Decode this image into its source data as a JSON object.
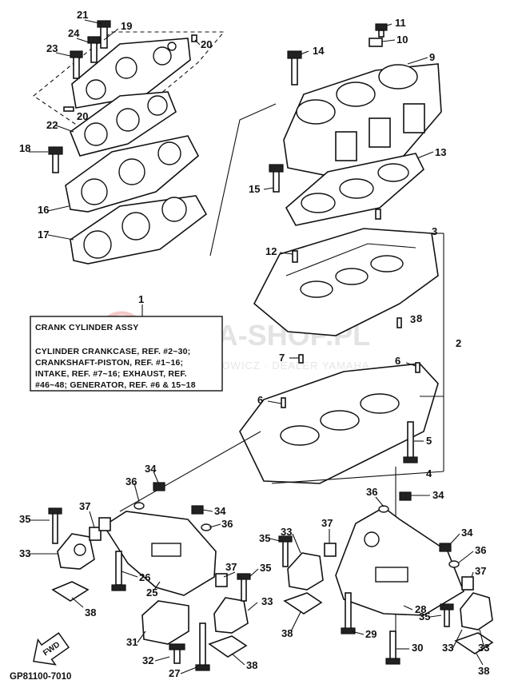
{
  "watermark": {
    "main": "YAMA-SHOP.PL",
    "sub": "CIECHOWICZ · DEALER YAMAHA"
  },
  "note": {
    "title": "CRANK CYLINDER ASSY",
    "lines": [
      "CYLINDER CRANKCASE, REF. #2~30;",
      "CRANKSHAFT-PISTON, REF. #1~16;",
      "INTAKE, REF. #7~16; EXHAUST, REF.",
      "#46~48; GENERATOR, REF. #6 & 15~18"
    ]
  },
  "fwd_label": "FWD",
  "drawing_code": "GP81100-7010",
  "callouts": {
    "c1": "1",
    "c2": "2",
    "c3a": "3",
    "c3b": "3",
    "c4": "4",
    "c5": "5",
    "c6a": "6",
    "c6b": "6",
    "c7": "7",
    "c8": "8",
    "c9": "9",
    "c10": "10",
    "c11": "11",
    "c12": "12",
    "c13": "13",
    "c14": "14",
    "c15": "15",
    "c16": "16",
    "c17": "17",
    "c18": "18",
    "c19": "19",
    "c20a": "20",
    "c20b": "20",
    "c21": "21",
    "c22": "22",
    "c23": "23",
    "c24": "24",
    "c25": "25",
    "c26": "26",
    "c27": "27",
    "c28": "28",
    "c29": "29",
    "c30": "30",
    "c31": "31",
    "c32": "32",
    "c33a": "33",
    "c33b": "33",
    "c33c": "33",
    "c33d": "33",
    "c33e": "33",
    "c34a": "34",
    "c34b": "34",
    "c34c": "34",
    "c34d": "34",
    "c35a": "35",
    "c35b": "35",
    "c35c": "35",
    "c35d": "35",
    "c36a": "36",
    "c36b": "36",
    "c36c": "36",
    "c36d": "36",
    "c37a": "37",
    "c37b": "37",
    "c37c": "37",
    "c37d": "37",
    "c38a": "38",
    "c38b": "38",
    "c38c": "38",
    "c38d": "38"
  }
}
